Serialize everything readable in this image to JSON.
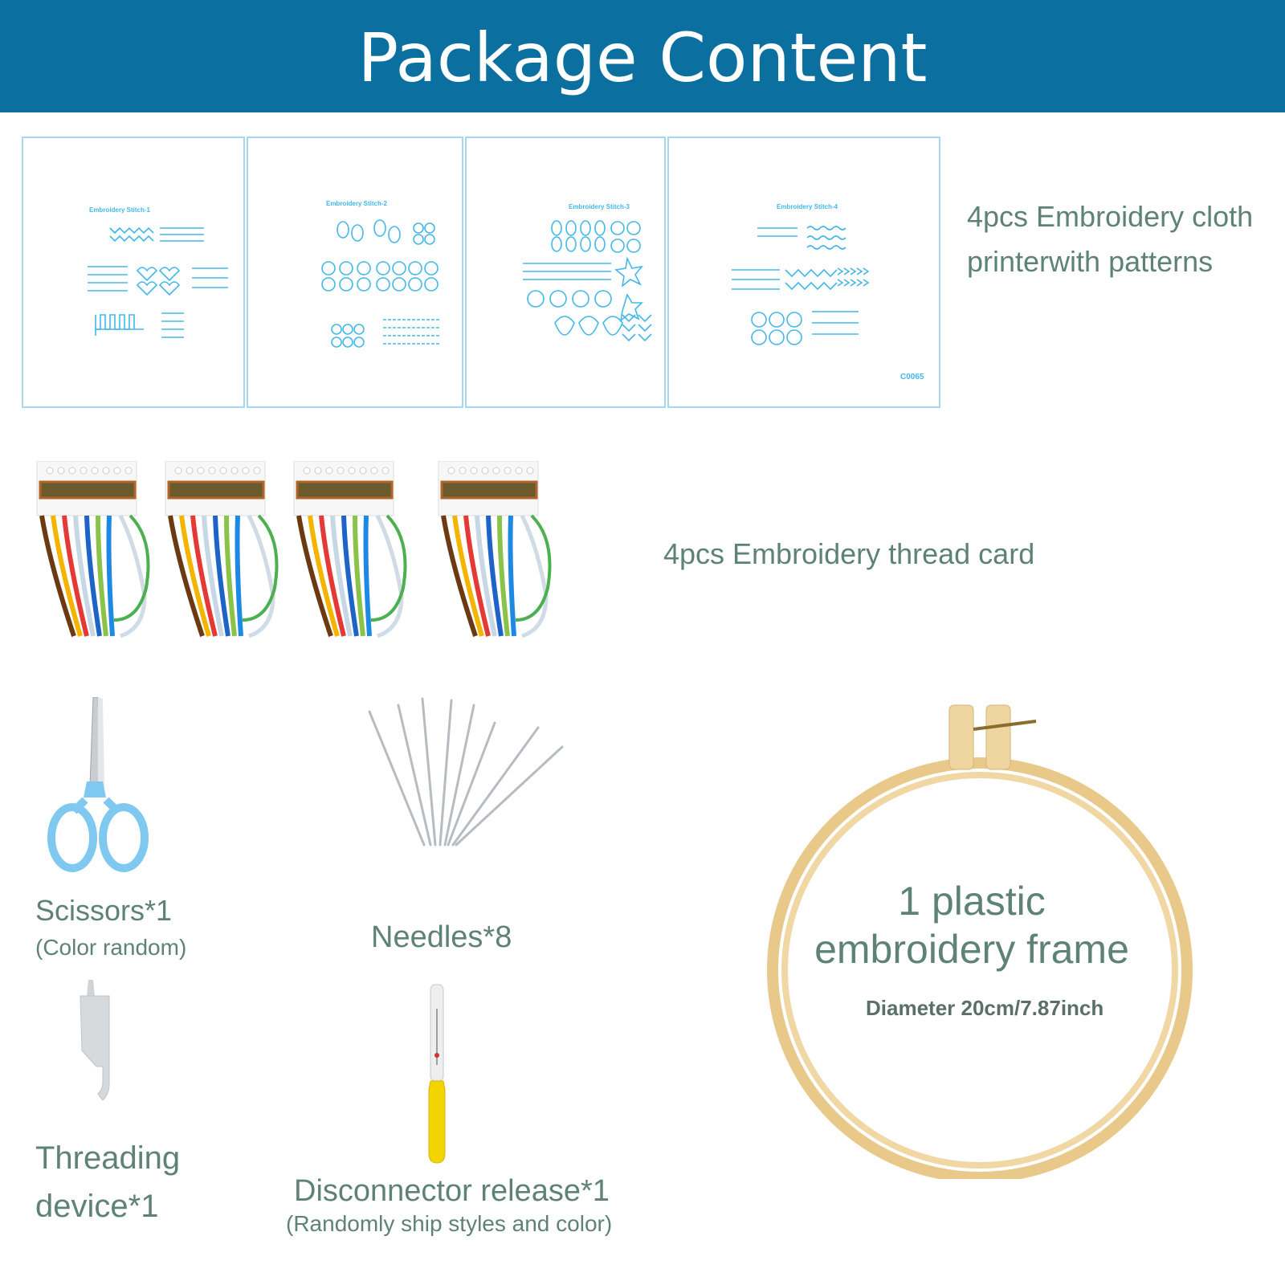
{
  "header": {
    "title": "Package Content"
  },
  "cloths": {
    "items": [
      {
        "title": "Embroidery Stitch-1"
      },
      {
        "title": "Embroidery Stitch-2"
      },
      {
        "title": "Embroidery Stitch-3"
      },
      {
        "title": "Embroidery Stitch-4"
      }
    ],
    "code": "C0065",
    "caption_line1": "4pcs Embroidery cloth",
    "caption_line2": "printerwith patterns"
  },
  "threads": {
    "caption": "4pcs Embroidery thread card"
  },
  "scissors": {
    "caption": "Scissors*1",
    "note": "(Color random)"
  },
  "needles": {
    "caption": "Needles*8"
  },
  "threader": {
    "caption_line1": "Threading",
    "caption_line2": "device*1"
  },
  "seam_ripper": {
    "caption": "Disconnector release*1",
    "note": "(Randomly ship styles and color)"
  },
  "hoop": {
    "caption_line1": "1 plastic",
    "caption_line2": "embroidery frame",
    "note": "Diameter 20cm/7.87inch"
  },
  "colors": {
    "banner": "#0b6fa0",
    "caption_text": "#5e8276",
    "pattern": "#43b8e8",
    "hoop": "#e9c98a"
  }
}
